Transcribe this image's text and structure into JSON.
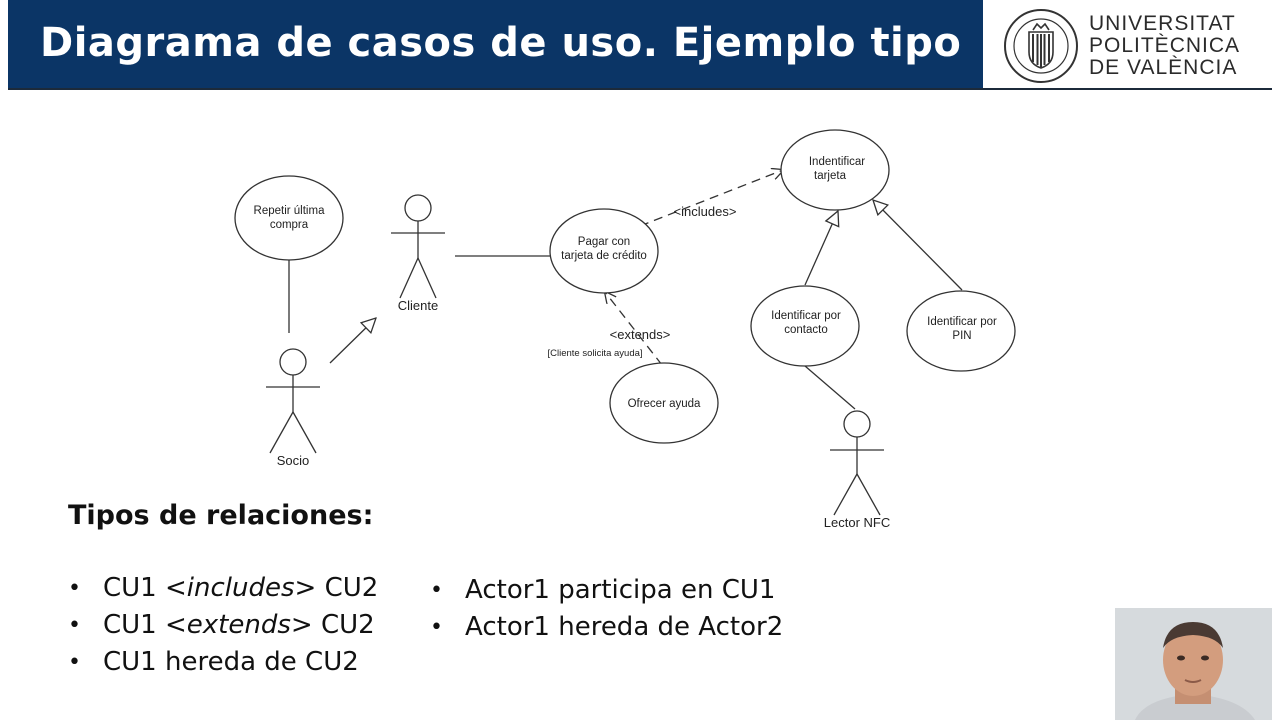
{
  "slide": {
    "title": "Diagrama de casos de uso. Ejemplo tipo",
    "colors": {
      "header_bg": "#0b3566",
      "header_text": "#ffffff"
    }
  },
  "logo": {
    "lines": [
      "UNIVERSITAT",
      "POLITÈCNICA",
      "DE VALÈNCIA"
    ],
    "seal_icon": "upv-seal-icon"
  },
  "diagram": {
    "actors": {
      "cliente": "Cliente",
      "socio": "Socio",
      "lector": "Lector NFC"
    },
    "use_cases": {
      "repetir": [
        "Repetir última",
        "compra"
      ],
      "pagar": [
        "Pagar con",
        "tarjeta de crédito"
      ],
      "identificar": [
        "Indentificar",
        "tarjeta"
      ],
      "contacto": [
        "Identificar por",
        "contacto"
      ],
      "pin": [
        "Identificar por",
        "PIN"
      ],
      "ayuda": [
        "Ofrecer ayuda"
      ]
    },
    "relations": {
      "includes": "<includes>",
      "extends": "<extends>",
      "condition": "[Cliente solicita ayuda]"
    }
  },
  "relations_section": {
    "heading": "Tipos de relaciones:",
    "left": [
      {
        "pre": "CU1 <",
        "em": "includes",
        "post": "> CU2"
      },
      {
        "pre": "CU1 <",
        "em": "extends",
        "post": "> CU2"
      },
      {
        "pre": "CU1 hereda de CU2",
        "em": "",
        "post": ""
      }
    ],
    "right": [
      "Actor1 participa en CU1",
      "Actor1 hereda de Actor2"
    ]
  },
  "webcam": {
    "icon": "presenter-video-icon"
  }
}
